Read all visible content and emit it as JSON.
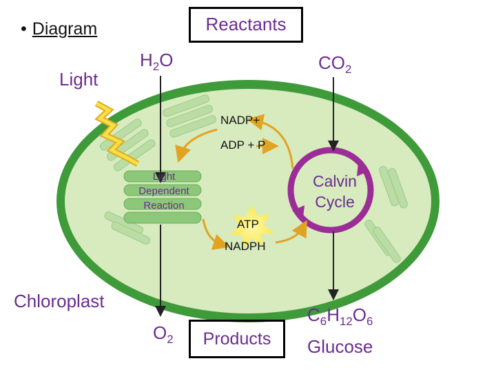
{
  "bullet": {
    "symbol": "•",
    "label": "Diagram"
  },
  "labels": {
    "light": "Light",
    "reactants": "Reactants",
    "h2o": {
      "main": "H",
      "sub": "2",
      "tail": "O"
    },
    "co2": {
      "main": "CO",
      "sub": "2"
    },
    "nadp": "NADP+",
    "adp": "ADP + P",
    "light_dependent": "Light Dependent Reaction",
    "calvin_cycle": "Calvin Cycle",
    "atp": "ATP",
    "nadph": "NADPH",
    "chloroplast": "Chloroplast",
    "o2": {
      "main": "O",
      "sub": "2"
    },
    "products": "Products",
    "glucose_formula": {
      "c": "C",
      "c_sub": "6",
      "h": "H",
      "h_sub": "12",
      "o": "O",
      "o_sub": "6"
    },
    "glucose": "Glucose"
  },
  "colors": {
    "chloroplast_outer": "#3f9a3a",
    "chloroplast_fill": "#d7ebbe",
    "thylakoid": "#8dc77a",
    "calvin_cycle_ring": "#9b2d96",
    "cycle_arrows": "#e1a322",
    "light_ray": "#f0d21f",
    "label_text": "#6a2c8f",
    "atp_burst": "#fce94f"
  }
}
